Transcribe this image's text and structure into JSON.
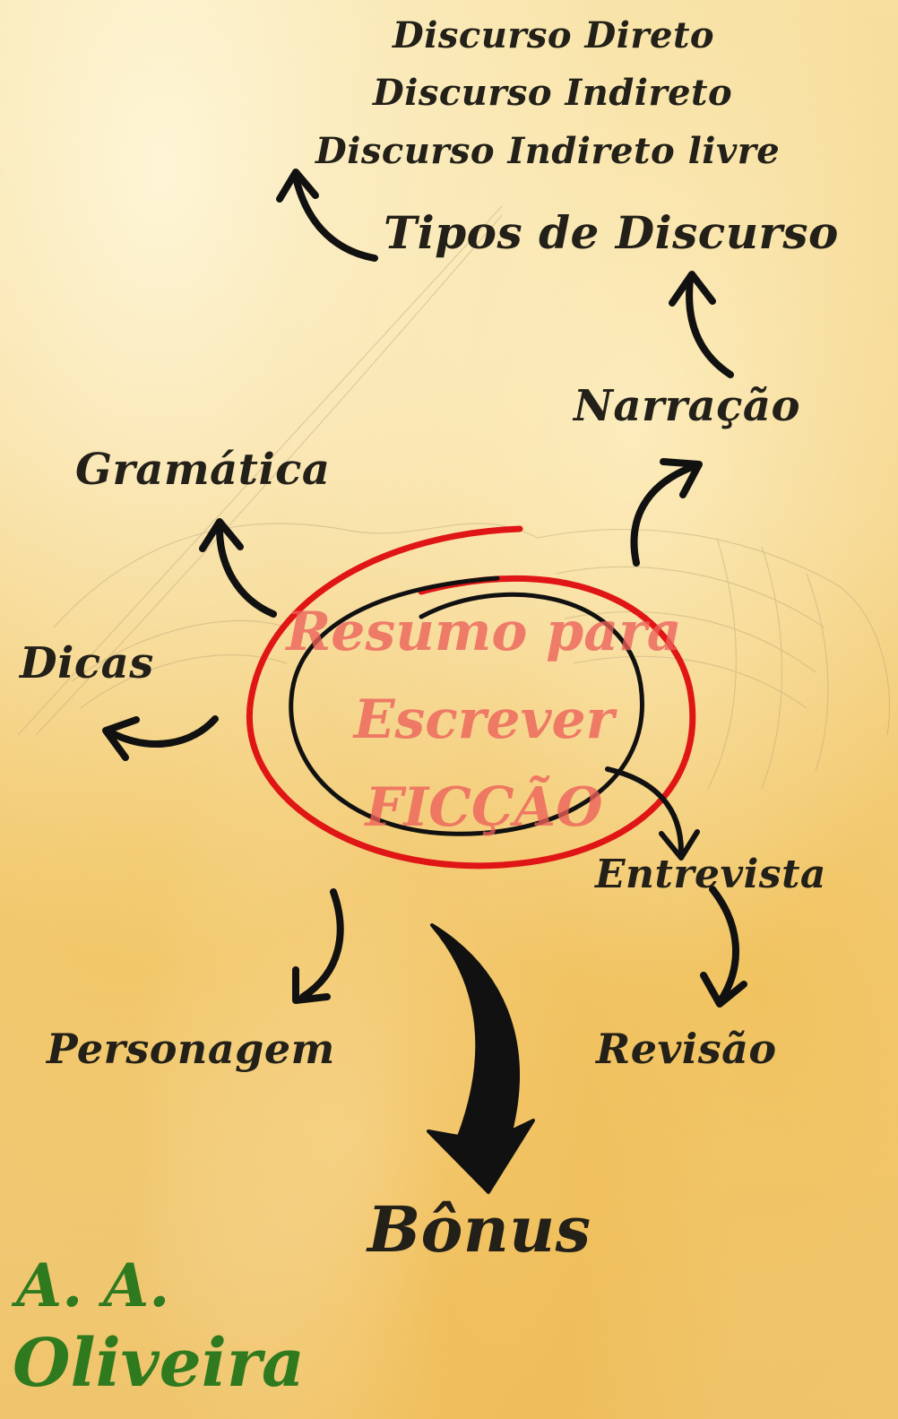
{
  "center": {
    "line1": "Resumo para",
    "line2": "Escrever",
    "line3": "FICÇÃO"
  },
  "topics": {
    "discurso_direto": "Discurso Direto",
    "discurso_indireto": "Discurso Indireto",
    "discurso_indireto_livre": "Discurso Indireto livre",
    "tipos_de_discurso": "Tipos de Discurso",
    "narracao": "Narração",
    "gramatica": "Gramática",
    "dicas": "Dicas",
    "entrevista": "Entrevista",
    "personagem": "Personagem",
    "revisao": "Revisão",
    "bonus": "Bônus"
  },
  "author": {
    "line1": "A. A.",
    "line2": "Oliveira"
  },
  "colors": {
    "background": "#f5d489",
    "text": "#222018",
    "center_text": "#ec5f5a",
    "red_circle": "#e01515",
    "black_circle": "#111111",
    "author": "#2f7a1f"
  }
}
